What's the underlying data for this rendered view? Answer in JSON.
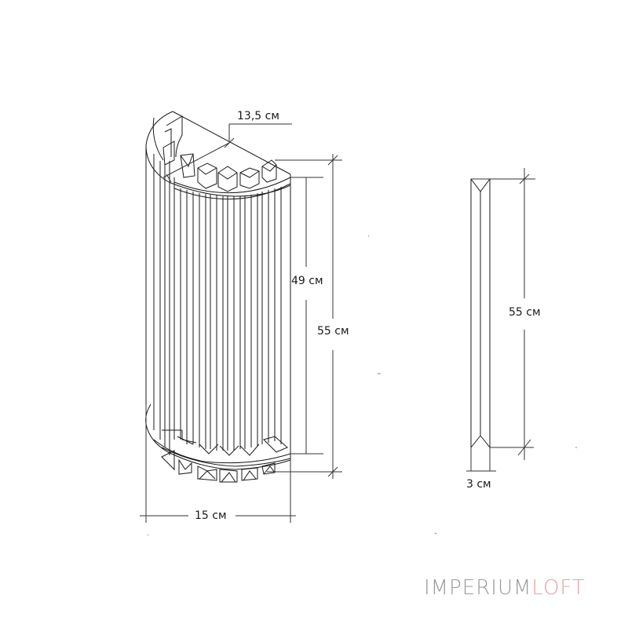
{
  "drawing": {
    "type": "technical dimension drawing",
    "subject": "half-round wall sconce with vertical glass rods and crystal prisms",
    "line_color": "#1a1a1a"
  },
  "dimensions": {
    "depth": "13,5 см",
    "inner_height": "49 см",
    "total_height": "55 см",
    "width": "15 см",
    "rod_height": "55 см",
    "rod_width": "3 см"
  },
  "brand": {
    "part1": "IMPERIUM",
    "part2": "LOFT",
    "part1_color": "#9a9a9a",
    "part2_color": "#e0a3a5"
  }
}
